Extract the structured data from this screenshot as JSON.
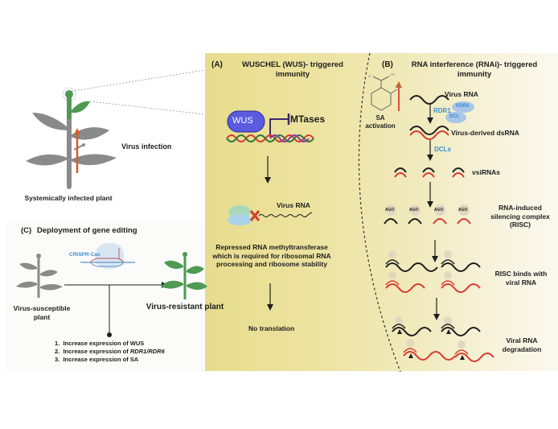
{
  "figure": {
    "colors": {
      "panel_ab_bg_start": "#e7dc8e",
      "panel_ab_bg_end": "#fbf8ee",
      "virus_strand": "#1e1e1e",
      "host_strand": "#d83a32",
      "enzyme_blue": "#3d8fd1",
      "wus_fill": "#5b5be0",
      "healthy_plant": "#4e9a52",
      "infected_plant": "#8a8a8a",
      "infection_arrow": "#d0602a"
    },
    "left": {
      "infection_label": "Virus infection",
      "infected_plant_label": "Systemically infected plant"
    },
    "panel_a": {
      "letter": "(A)",
      "title": "WUSCHEL (WUS)- triggered immunity",
      "wus_label": "WUS",
      "mtases_label": "MTases",
      "virus_rna_label": "Virus RNA",
      "description": "Repressed RNA methyltransferase which is required for ribosomal RNA processing and ribosome stability",
      "outcome": "No translation"
    },
    "panel_b": {
      "letter": "(B)",
      "title": "RNA interference (RNAi)- triggered immunity",
      "sa_label": "SA activation",
      "sa_oh1": "OH",
      "sa_oh2": "OH",
      "sa_o": "O",
      "virus_rna": "Virus RNA",
      "rdr1": "RDR1",
      "rdr6": "RDR6",
      "dcl": "DCL",
      "dsrna": "Virus-derived dsRNA",
      "dcls": "DCLs",
      "vsirnas": "vsiRNAs",
      "ago": "AGO",
      "risc": "RNA-induced silencing complex (RISC)",
      "risc_binds": "RISC binds with viral RNA",
      "degradation": "Viral RNA degradation"
    },
    "panel_c": {
      "letter": "(C)",
      "title": "Deployment of gene editing",
      "crispr": "CRISPR-Cas",
      "susceptible": "Virus-susceptible plant",
      "resistant": "Virus-resistant plant",
      "steps": [
        {
          "num": "1.",
          "text": "Increase expression of WUS",
          "italic": ""
        },
        {
          "num": "2.",
          "text": "Increase expression of ",
          "italic": "RDR1/RDR6"
        },
        {
          "num": "3.",
          "text": "Increase expression of SA",
          "italic": ""
        }
      ]
    }
  }
}
